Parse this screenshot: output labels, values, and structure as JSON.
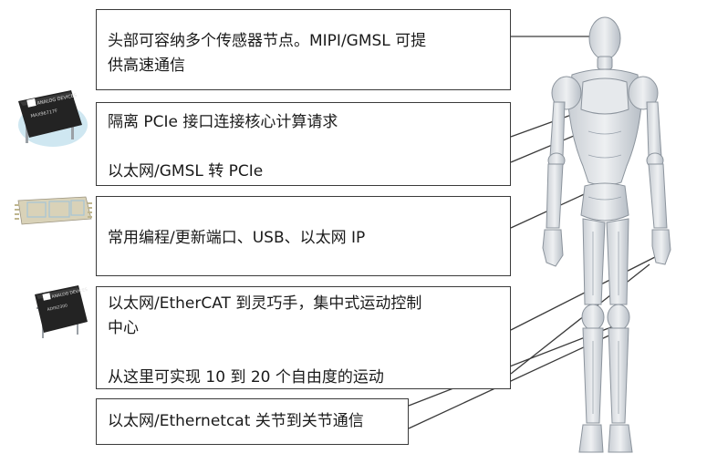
{
  "callouts": {
    "head": {
      "lines": [
        "头部可容纳多个传感器节点。MIPI/GMSL 可提",
        "供高速通信"
      ]
    },
    "chest": {
      "line1": "隔离 PCIe 接口连接核心计算请求",
      "line2": "以太网/GMSL 转 PCIe"
    },
    "waist": {
      "line1": "常用编程/更新端口、USB、以太网 IP"
    },
    "hand": {
      "lines": [
        "以太网/EtherCAT 到灵巧手，集中式运动控制",
        "中心"
      ],
      "line3": "从这里可实现 10 到 20 个自由度的运动"
    },
    "knee": {
      "line1": "以太网/Ethernetcat 关节到关节通信"
    }
  },
  "chips": [
    {
      "name": "chip-1",
      "logo_text": "ANALOG DEVICES",
      "part": "MAX96717F"
    },
    {
      "name": "chip-3",
      "logo_text": "ANALOG DEVICES",
      "part": "ADIN2300"
    }
  ],
  "colors": {
    "border": "#3a3a3a",
    "robot_body": "#dfe2e6",
    "robot_shade": "#9aa3ad",
    "chip_halo": "#cfe7f1"
  }
}
